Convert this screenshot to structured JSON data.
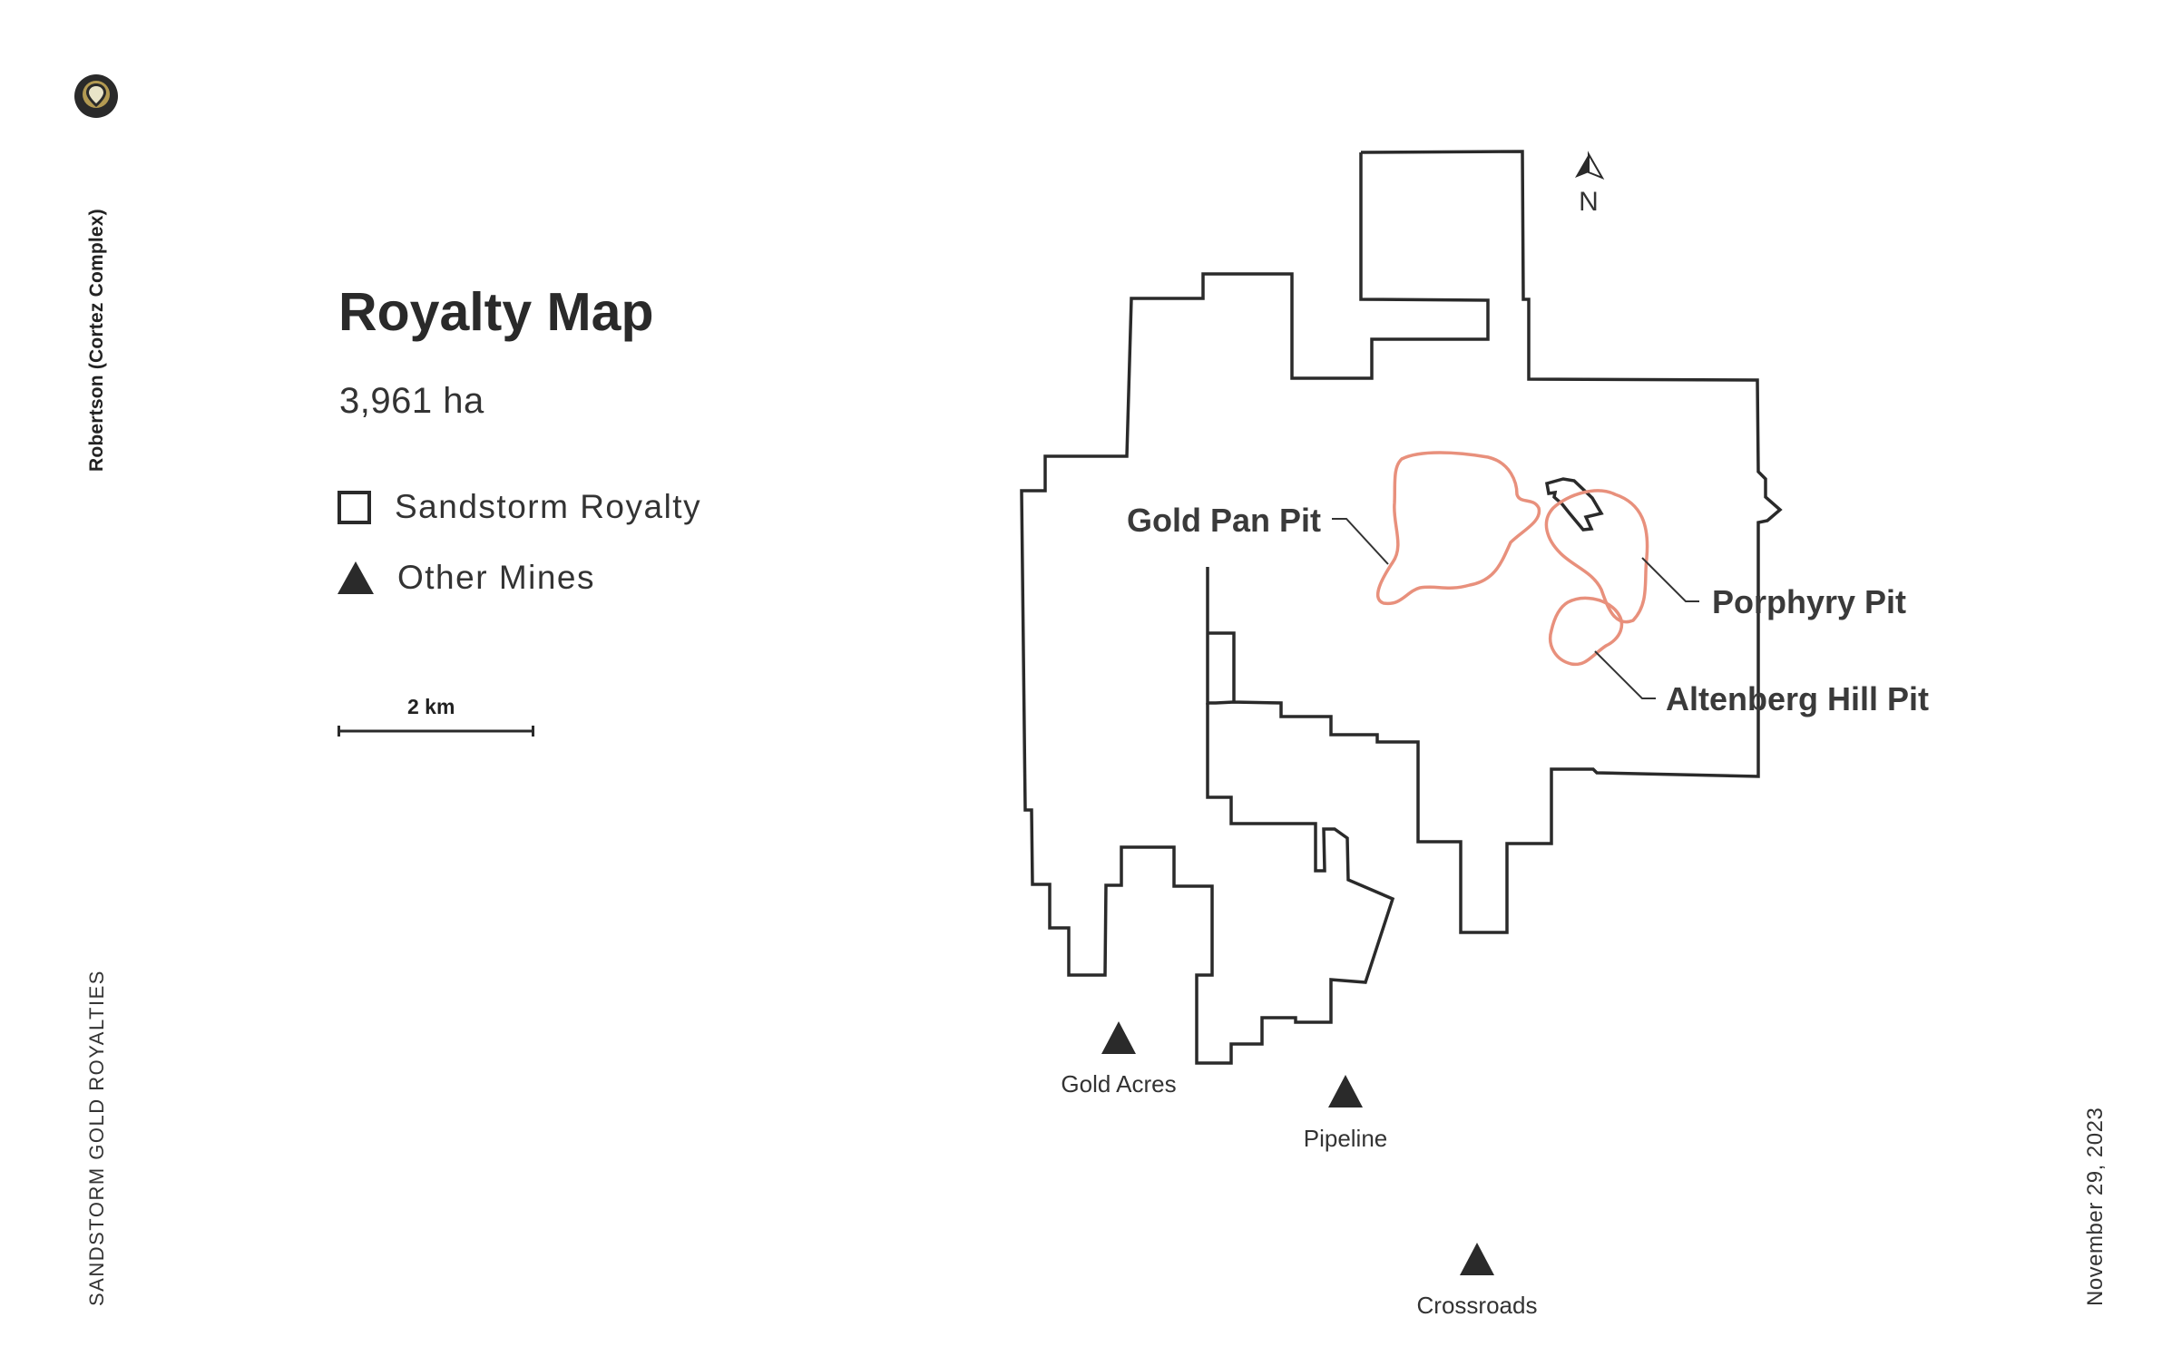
{
  "sidebar": {
    "title": "Robertson (Cortez Complex)",
    "brand": "SANDSTORM GOLD ROYALTIES",
    "date": "November 29, 2023",
    "logo_icon": "location-pin-logo-icon"
  },
  "header": {
    "title": "Royalty Map",
    "area": "3,961 ha"
  },
  "legend": {
    "items": [
      {
        "label": "Sandstorm Royalty",
        "icon": "outlined-square-icon"
      },
      {
        "label": "Other Mines",
        "icon": "triangle-icon"
      }
    ]
  },
  "scale": {
    "label": "2 km"
  },
  "map": {
    "north_label": "N",
    "north_icon": "north-arrow-icon",
    "pits": [
      {
        "name": "Gold Pan Pit"
      },
      {
        "name": "Porphyry Pit"
      },
      {
        "name": "Altenberg Hill Pit"
      }
    ],
    "mines": [
      {
        "name": "Gold Acres"
      },
      {
        "name": "Pipeline"
      },
      {
        "name": "Crossroads"
      }
    ]
  },
  "colors": {
    "outline": "#2a2a2a",
    "pit": "#e8907c",
    "logo_gold": "#b39a52"
  }
}
